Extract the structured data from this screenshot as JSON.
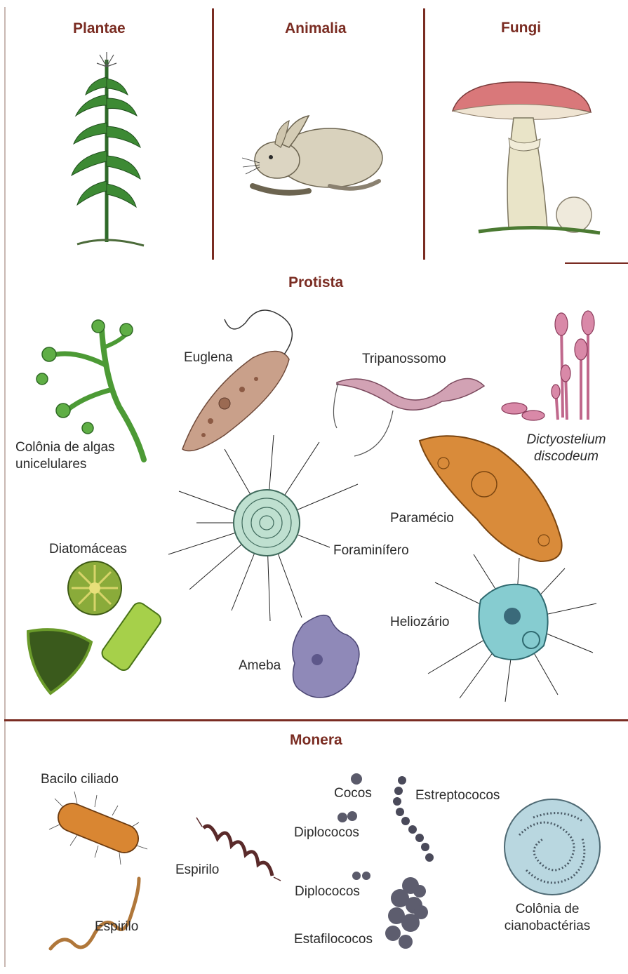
{
  "kingdoms": {
    "plantae": "Plantae",
    "animalia": "Animalia",
    "fungi": "Fungi",
    "protista": "Protista",
    "monera": "Monera"
  },
  "protista": {
    "algae_colony": "Colônia de algas unicelulares",
    "euglena": "Euglena",
    "tripanossomo": "Tripanossomo",
    "dictyostelium": "Dictyostelium discodeum",
    "paramecio": "Paramécio",
    "foraminifero": "Foraminífero",
    "diatomaceas": "Diatomáceas",
    "heliozario": "Heliozário",
    "ameba": "Ameba"
  },
  "monera": {
    "bacilo": "Bacilo ciliado",
    "espirilo_1": "Espirilo",
    "espirilo_2": "Espirilo",
    "cocos": "Cocos",
    "diplococos_1": "Diplococos",
    "diplococos_2": "Diplococos",
    "estafilococos": "Estafilococos",
    "estreptococos": "Estreptococos",
    "cianobacterias": "Colônia de cianobactérias"
  },
  "colors": {
    "title": "#7a2c22",
    "divider": "#7a2c22"
  }
}
